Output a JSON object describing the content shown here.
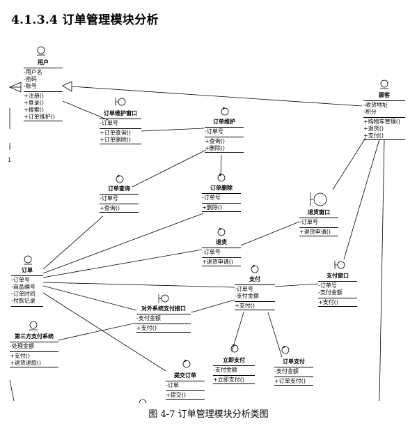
{
  "heading": "4.1.3.4  订单管理模块分析",
  "caption": "图 4-7  订单管理模块分析类图",
  "classes": {
    "user": {
      "name": "用户",
      "attrs": [
        "-用户名",
        "-密码",
        "-账号"
      ],
      "ops": [
        "+注册()",
        "+登录()",
        "+搜索()",
        "+订单维护()"
      ]
    },
    "customer": {
      "name": "顾客",
      "attrs": [
        "-收货地址",
        "-积分"
      ],
      "ops": [
        "+购物车管理()",
        "+退货()",
        "+支付()"
      ]
    },
    "order_maint_window": {
      "name": "订单维护窗口",
      "attrs": [
        "-订单号"
      ],
      "ops": [
        "+订单查询()",
        "+订单删除()"
      ]
    },
    "order_maint": {
      "name": "订单维护",
      "attrs": [
        "-订单号"
      ],
      "ops": [
        "+查询()",
        "+删除()"
      ]
    },
    "order_query": {
      "name": "订单查询",
      "attrs": [
        "-订单号"
      ],
      "ops": [
        "+查询()"
      ]
    },
    "order_delete": {
      "name": "订单删除",
      "attrs": [
        "-订单号"
      ],
      "ops": [
        "+删除()"
      ]
    },
    "return_window": {
      "name": "退货窗口",
      "attrs": [
        "-订单号"
      ],
      "ops": [
        "+退货申请()"
      ]
    },
    "return_goods": {
      "name": "退货",
      "attrs": [
        "-订单号"
      ],
      "ops": [
        "+退货申请()"
      ]
    },
    "order": {
      "name": "订单",
      "attrs": [
        "-订单号",
        "-商品编号",
        "-订单时间",
        "-付款记录"
      ],
      "ops": []
    },
    "payment": {
      "name": "支付",
      "attrs": [
        "-订单号",
        "-支付金额"
      ],
      "ops": [
        "+支付()"
      ]
    },
    "payment_window": {
      "name": "支付窗口",
      "attrs": [
        "-订单号",
        "-支付金额"
      ],
      "ops": [
        "+支付()"
      ]
    },
    "ext_pay_interface": {
      "name": "对外系统支付接口",
      "attrs": [
        "-支付金额"
      ],
      "ops": [
        "+支付()"
      ]
    },
    "third_party_pay": {
      "name": "第三方支付系统",
      "attrs": [
        "-处理金额"
      ],
      "ops": [
        "+支付()",
        "+退货退款()"
      ]
    },
    "submit_order": {
      "name": "提交订单",
      "attrs": [
        "-订单"
      ],
      "ops": [
        "+提交()"
      ]
    },
    "instant_pay": {
      "name": "立即支付",
      "attrs": [
        "-支付金额"
      ],
      "ops": [
        "+立即支付()"
      ]
    },
    "order_pay": {
      "name": "订单支付",
      "attrs": [
        "-支付金额"
      ],
      "ops": [
        "+订单支付()"
      ]
    }
  },
  "left_edge_fragment": "1"
}
